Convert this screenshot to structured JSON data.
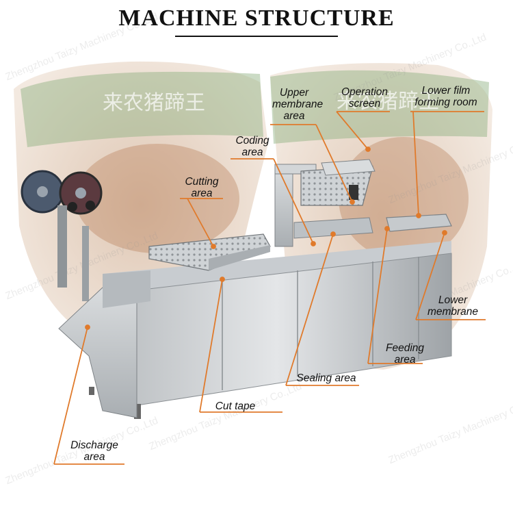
{
  "title": "MACHINE STRUCTURE",
  "accent_color": "#e07a2b",
  "watermark": "Zhengzhou Taizy Machinery Co.,Ltd",
  "package_print": "来农猪蹄王",
  "labels": {
    "upper_membrane": "Upper\nmembrane\narea",
    "operation_screen": "Operation\nscreen",
    "lower_film": "Lower film\nforming room",
    "coding": "Coding\narea",
    "cutting": "Cutting\narea",
    "lower_membrane": "Lower\nmembrane",
    "feeding": "Feeding\narea",
    "sealing": "Sealing area",
    "cut_tape": "Cut tape",
    "discharge": "Discharge\narea"
  }
}
